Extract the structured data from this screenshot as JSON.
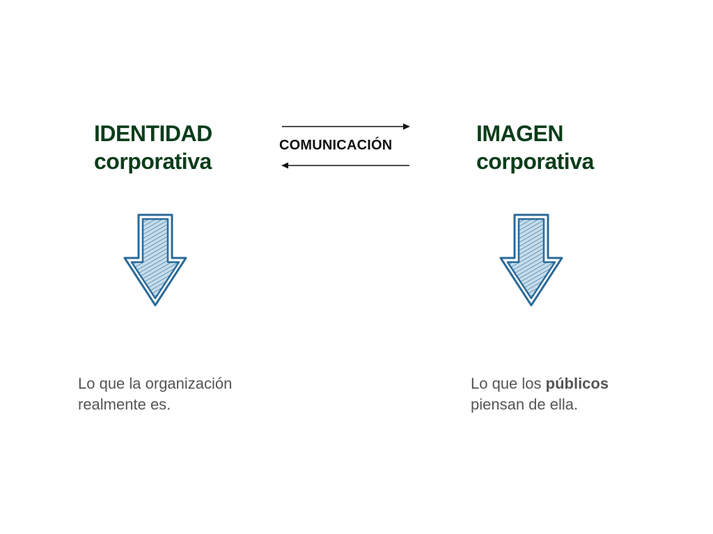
{
  "identity": {
    "title_line1": "IDENTIDAD",
    "title_line2": "corporativa",
    "desc_line1": "Lo que la organización",
    "desc_line2": "realmente es."
  },
  "image": {
    "title_line1": "IMAGEN",
    "title_line2": "corporativa",
    "desc_line1_prefix": "Lo que los ",
    "desc_line1_bold": "públicos",
    "desc_line2": "piensan de ella."
  },
  "communication": {
    "label": "COMUNICACIÓN"
  },
  "icons": {
    "comm_right": "arrow-right-icon",
    "comm_left": "arrow-left-icon",
    "identity_down": "down-arrow-icon",
    "image_down": "down-arrow-icon"
  },
  "colors": {
    "heading": "#0b3d1a",
    "description": "#555555",
    "arrow_stroke": "#2a6a99",
    "arrow_fill": "#b9d3e6"
  }
}
